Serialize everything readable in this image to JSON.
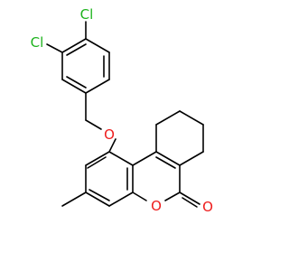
{
  "molecule": {
    "atom_labels": {
      "cl_top": "Cl",
      "cl_left": "Cl",
      "o_ether": "O",
      "o_ring": "O",
      "o_carbonyl": "O"
    },
    "colors": {
      "chlorine": "#1db31d",
      "oxygen": "#ee1c1c",
      "bond": "#000000"
    }
  }
}
